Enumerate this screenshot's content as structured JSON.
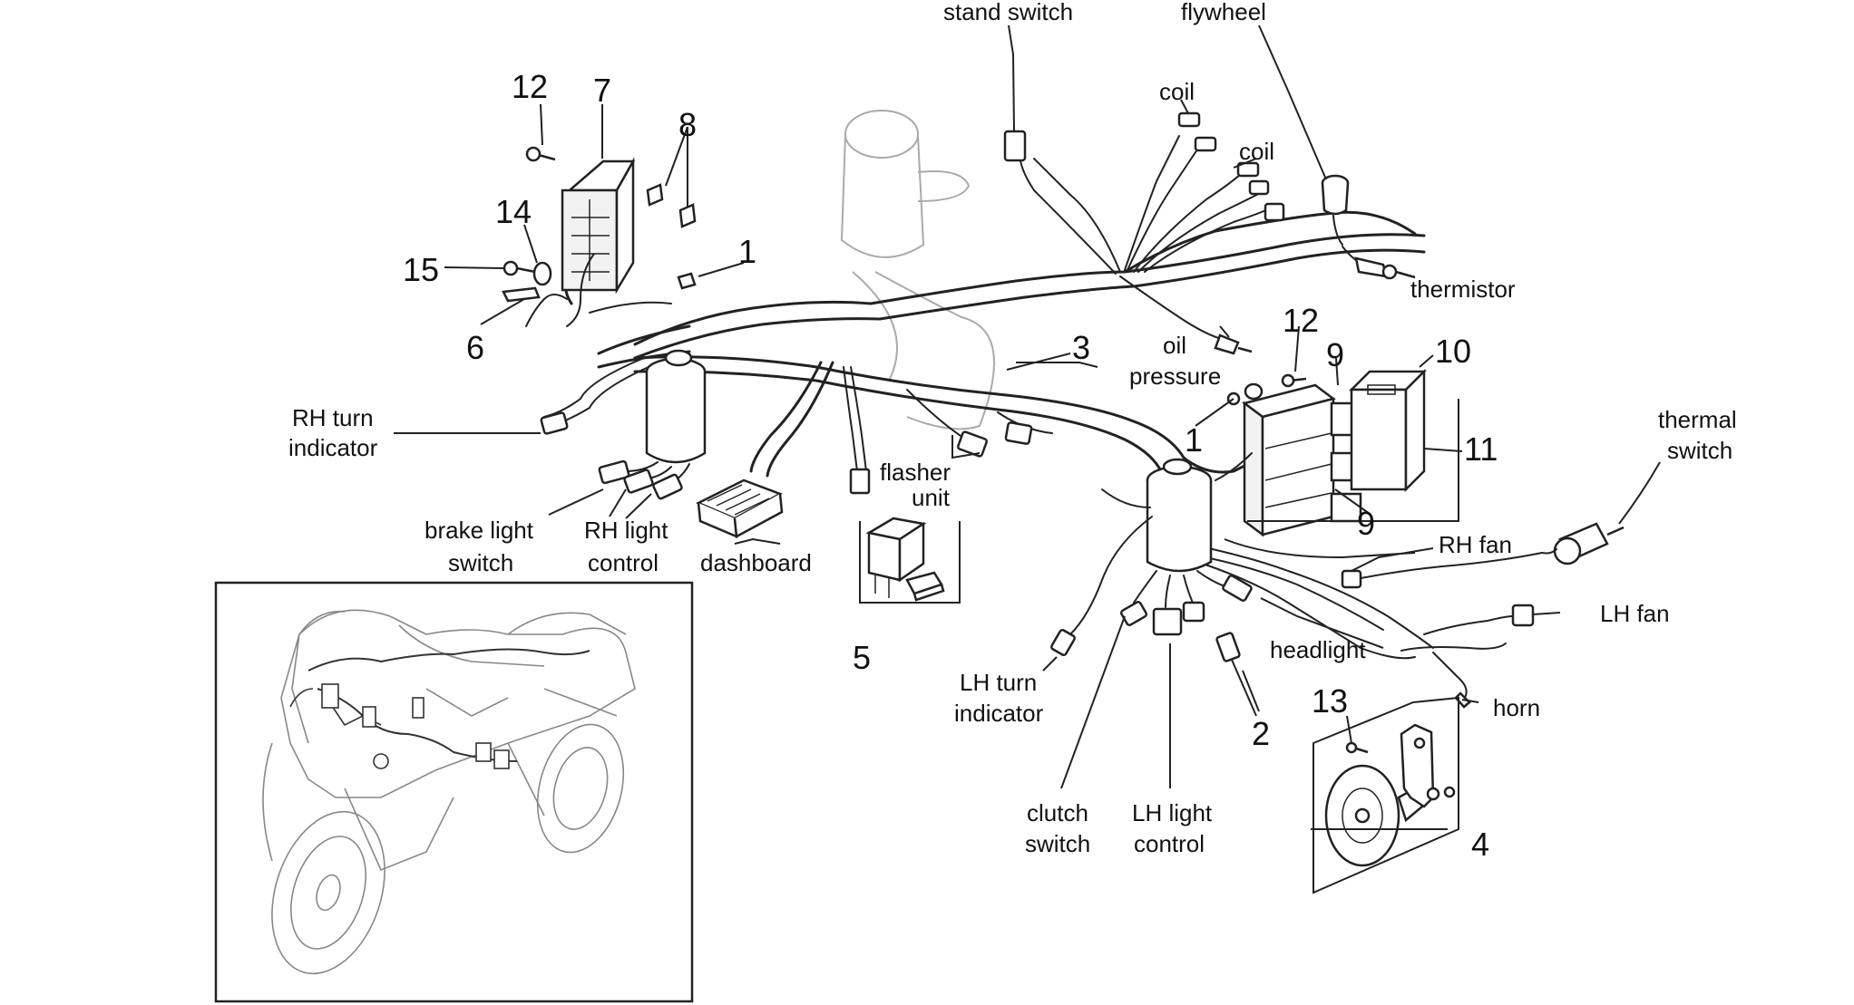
{
  "callouts": {
    "stand_switch": "stand switch",
    "flywheel": "flywheel",
    "coil_1": "coil",
    "coil_2": "coil",
    "thermistor": "thermistor",
    "oil_pressure_line1": "oil",
    "oil_pressure_line2": "pressure",
    "rh_turn_line1": "RH turn",
    "rh_turn_line2": "indicator",
    "flasher_line1": "flasher",
    "flasher_line2": "unit",
    "brake_light_line1": "brake light",
    "brake_light_line2": "switch",
    "rh_light_line1": "RH light",
    "rh_light_line2": "control",
    "dashboard": "dashboard",
    "thermal_switch_line1": "thermal",
    "thermal_switch_line2": "switch",
    "rh_fan": "RH fan",
    "lh_fan": "LH fan",
    "headlight": "headlight",
    "horn": "horn",
    "lh_turn_line1": "LH turn",
    "lh_turn_line2": "indicator",
    "clutch_line1": "clutch",
    "clutch_line2": "switch",
    "lh_light_line1": "LH light",
    "lh_light_line2": "control"
  },
  "part_numbers": {
    "n12a": "12",
    "n7": "7",
    "n8": "8",
    "n14": "14",
    "n15": "15",
    "n1a": "1",
    "n6": "6",
    "n3": "3",
    "n12b": "12",
    "n9a": "9",
    "n10": "10",
    "n1b": "1",
    "n11": "11",
    "n9b": "9",
    "n5": "5",
    "n13": "13",
    "n2": "2",
    "n4": "4"
  }
}
